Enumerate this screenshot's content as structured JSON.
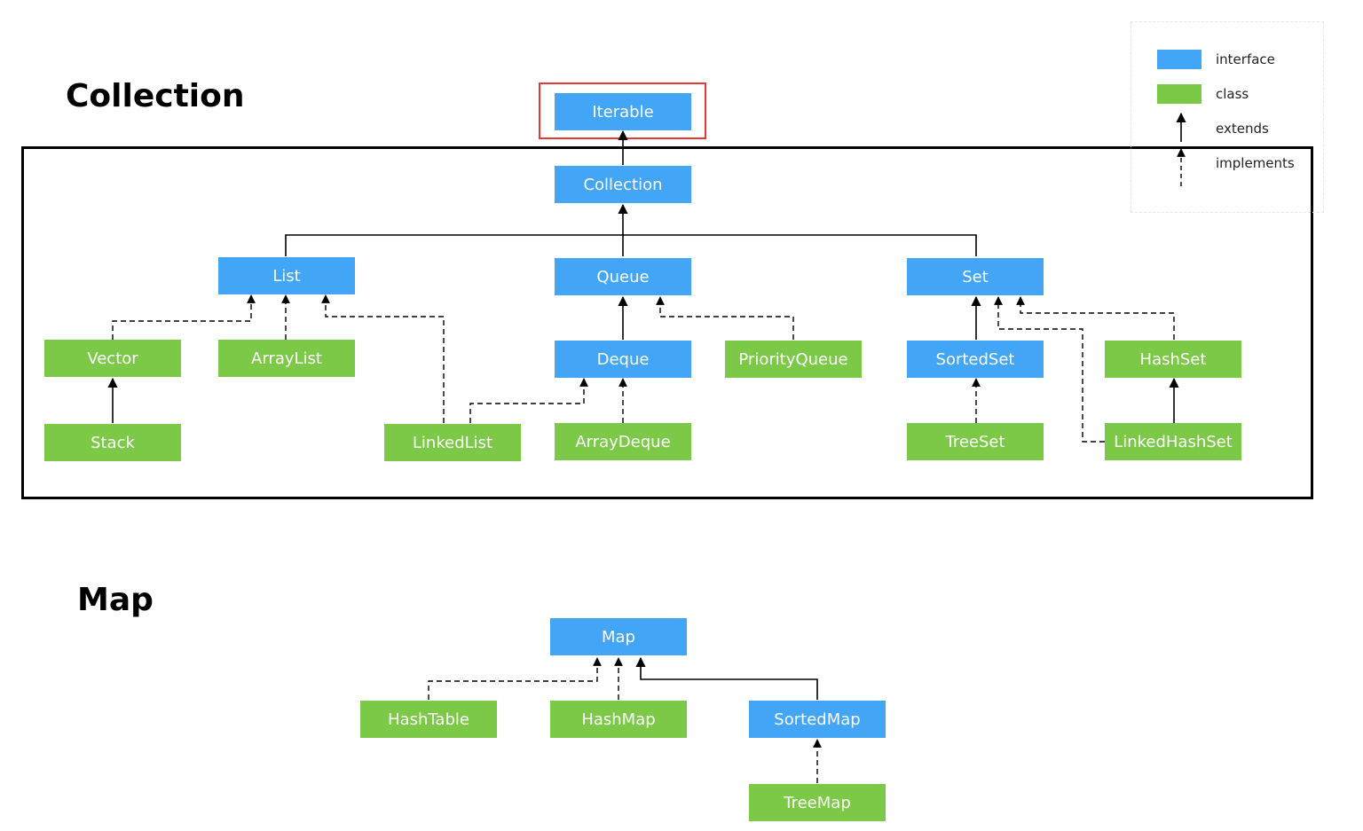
{
  "titles": {
    "collection": "Collection",
    "map": "Map"
  },
  "legend": {
    "interface": "interface",
    "class": "class",
    "extends": "extends",
    "implements": "implements"
  },
  "colors": {
    "interface": "#42a5f5",
    "class": "#7cc947",
    "highlight": "#e53935",
    "frame": "#000000"
  },
  "nodes": {
    "iterable": "Iterable",
    "collection": "Collection",
    "list": "List",
    "queue": "Queue",
    "set": "Set",
    "vector": "Vector",
    "arraylist": "ArrayList",
    "deque": "Deque",
    "priorityqueue": "PriorityQueue",
    "sortedset": "SortedSet",
    "hashset": "HashSet",
    "stack": "Stack",
    "linkedlist": "LinkedList",
    "arraydeque": "ArrayDeque",
    "treeset": "TreeSet",
    "linkedhashset": "LinkedHashSet",
    "map": "Map",
    "hashtable": "HashTable",
    "hashmap": "HashMap",
    "sortedmap": "SortedMap",
    "treemap": "TreeMap"
  }
}
